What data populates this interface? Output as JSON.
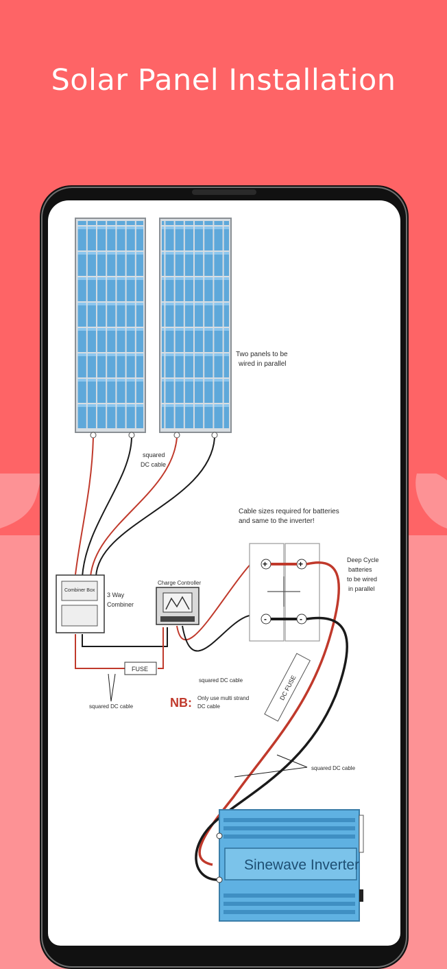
{
  "header": {
    "title": "Solar Panel Installation"
  },
  "colors": {
    "background_top": "#fe6466",
    "background_bottom": "#fd9295",
    "phone_frame": "#111111",
    "panel_cell": "#5ea8da",
    "inverter_body": "#5fb1e2",
    "cable_red": "#c0392b",
    "cable_black": "#1a1a1a"
  },
  "diagram": {
    "panels_note_line1": "Two panels to be",
    "panels_note_line2": "wired in parallel",
    "squared_dc_cable": "squared DC cable",
    "squared_label": "squared",
    "dc_cable_label": "DC cable",
    "cable_size_line1": "Cable sizes required for batteries",
    "cable_size_line2": "and same to the inverter!",
    "combiner_label": "Combiner Box",
    "combiner_side_line1": "3 Way",
    "combiner_side_line2": "Combiner",
    "charge_controller": "Charge Controller",
    "deep_cycle_line1": "Deep Cycle",
    "deep_cycle_line2": "batteries",
    "deep_cycle_line3": "to be wired",
    "deep_cycle_line4": "in parallel",
    "fuse": "FUSE",
    "dc_fuse": "DC FUSE",
    "nb": "NB:",
    "nb_note_line1": "Only use multi strand",
    "nb_note_line2": "DC cable",
    "inverter": "Sinewave Inverter"
  }
}
